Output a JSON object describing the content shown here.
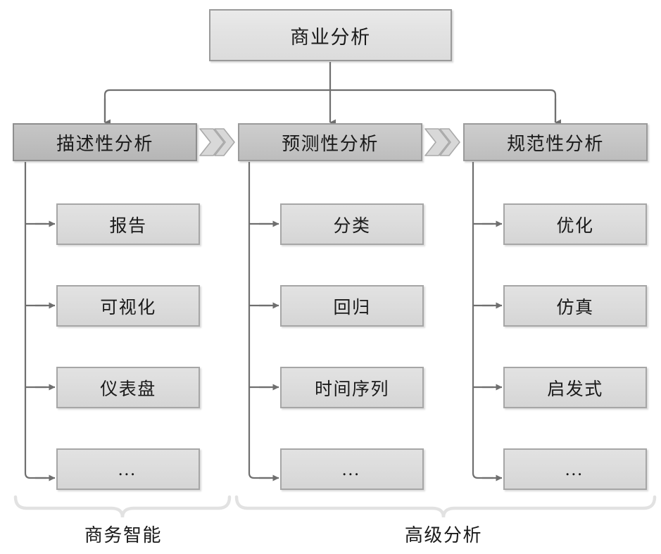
{
  "diagram": {
    "title": "商业分析",
    "root": {
      "label": "商业分析"
    },
    "tiers": [
      {
        "id": "descriptive",
        "label": "描述性分析",
        "highlighted": true,
        "items": [
          {
            "label": "报告"
          },
          {
            "label": "可视化"
          },
          {
            "label": "仪表盘"
          },
          {
            "label": "…"
          }
        ]
      },
      {
        "id": "predictive",
        "label": "预测性分析",
        "highlighted": false,
        "items": [
          {
            "label": "分类"
          },
          {
            "label": "回归"
          },
          {
            "label": "时间序列"
          },
          {
            "label": "…"
          }
        ]
      },
      {
        "id": "prescriptive",
        "label": "规范性分析",
        "highlighted": false,
        "items": [
          {
            "label": "优化"
          },
          {
            "label": "仿真"
          },
          {
            "label": "启发式"
          },
          {
            "label": "…"
          }
        ]
      }
    ],
    "connectors": [
      {
        "name": "chevron-descriptive-to-predictive"
      },
      {
        "name": "chevron-predictive-to-prescriptive"
      }
    ],
    "groups": [
      {
        "id": "bi",
        "label": "商务智能"
      },
      {
        "id": "advanced",
        "label": "高级分析"
      }
    ],
    "colors": {
      "root_fill": "#e2e2e2",
      "tier_fill": "#c6c6c6",
      "tier_highlight_fill": "#bfbfbf",
      "leaf_fill": "#dcdcdc",
      "border": "#9b9b9b",
      "wire": "#6f6f6f",
      "brace": "#e0e0e0",
      "text": "#1a1a1a",
      "background": "#ffffff"
    }
  }
}
